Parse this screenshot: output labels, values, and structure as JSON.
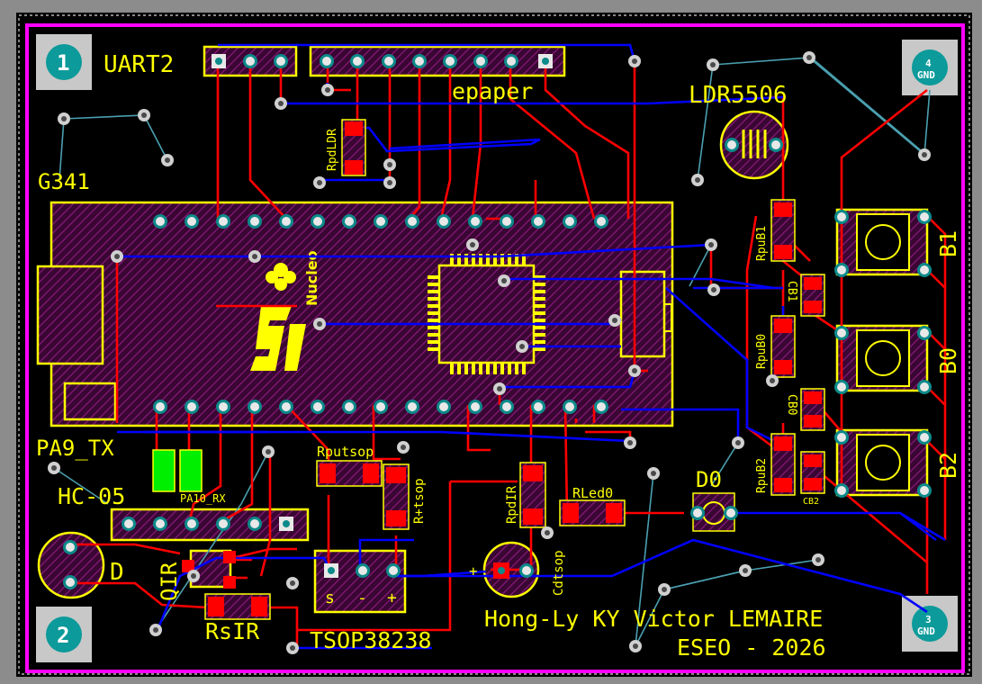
{
  "colors": {
    "frame_gray": "#8c8c8c",
    "board_bg": "#000000",
    "outline": "#ff00ff",
    "silkscreen": "#ffff00",
    "top_copper": "#ff0000",
    "bottom_copper": "#0000ff",
    "hatch": "#7a0f6a",
    "pad": "#c0c0c0",
    "via_ring": "#d8d8d8",
    "ratsnest": "#4aa0b0",
    "mount": "#0c9a9a",
    "green_pad": "#00ee00"
  },
  "labels": {
    "uart2": "UART2",
    "epaper": "epaper",
    "ldr": "LDR5506",
    "g341": "G341",
    "nucleo": "Nucleo",
    "pa9": "PA9_TX",
    "pa10": "PA10_RX",
    "hc05": "HC-05",
    "d": "D",
    "qir": "QIR",
    "rsir": "RsIR",
    "tsop": "TSOP38238",
    "tsop_s": "s",
    "tsop_minus": "-",
    "tsop_plus": "+",
    "rputsop": "Rputsop",
    "rptsop": "R+tsop",
    "rpdir": "RpdIR",
    "cdtsop": "Cdtsop",
    "cdtsop_plus": "+",
    "rled0": "RLed0",
    "d0": "D0",
    "rpdldr": "RpdLDR",
    "rpub1": "RpuB1",
    "rpub0": "RpuB0",
    "rpub2": "RpuB2",
    "cb1": "CB1",
    "cb0": "CB0",
    "cb2": "CB2",
    "b1": "B1",
    "b0": "B0",
    "b2": "B2",
    "credit_line1": "Hong-Ly KY Victor LEMAIRE",
    "credit_line2": "ESEO - 2026",
    "mount1": "1",
    "mount2": "2",
    "mount3_num": "3",
    "mount3_net": "GND",
    "mount4_num": "4",
    "mount4_net": "GND"
  }
}
